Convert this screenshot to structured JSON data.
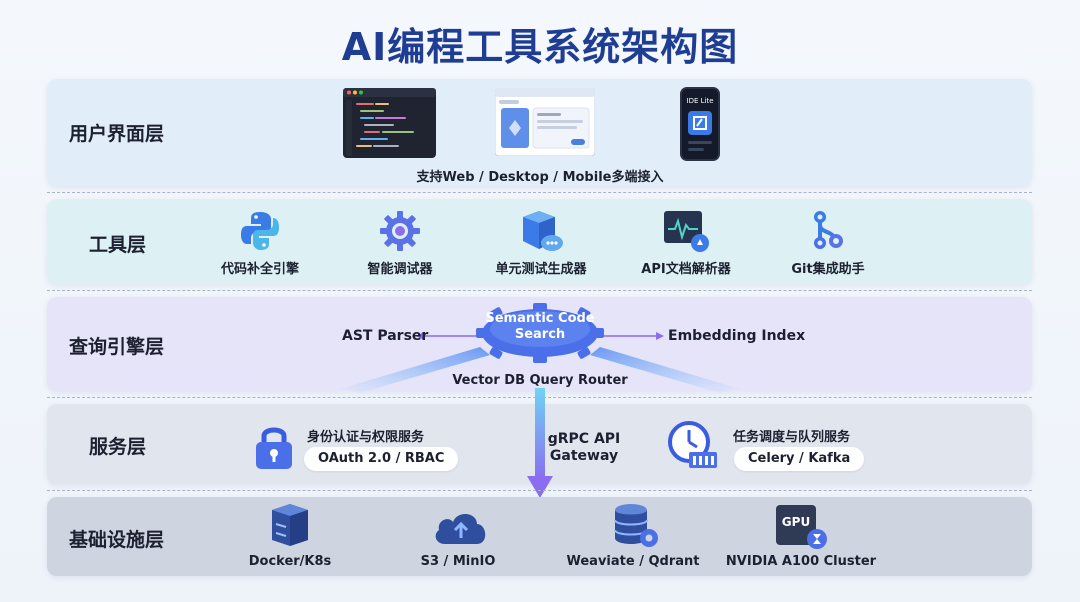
{
  "title": "AI编程工具系统架构图",
  "colors": {
    "title": "#1f3e93",
    "ui_layer": "#e2edfa",
    "tool_layer": "#ddf1f4",
    "query_layer": "#e5e4f8",
    "service_layer": "#e1e5ee",
    "infra_layer": "#cfd5e0",
    "accent_blue": "#3a7be8",
    "accent_purple": "#8a6df0"
  },
  "layers": {
    "ui": {
      "label": "用户界面层",
      "caption": "支持Web / Desktop / Mobile多端接入",
      "mobile_label": "IDE Lite",
      "icons": [
        "code-editor-icon",
        "desktop-app-icon",
        "mobile-app-icon"
      ]
    },
    "tools": {
      "label": "工具层",
      "items": [
        {
          "icon": "python-icon",
          "label": "代码补全引擎"
        },
        {
          "icon": "gear-icon",
          "label": "智能调试器"
        },
        {
          "icon": "cube-icon",
          "label": "单元测试生成器"
        },
        {
          "icon": "monitor-icon",
          "label": "API文档解析器"
        },
        {
          "icon": "git-icon",
          "label": "Git集成助手"
        }
      ]
    },
    "query": {
      "label": "查询引擎层",
      "center_line1": "Semantic Code",
      "center_line2": "Search",
      "left": "AST Parser",
      "right": "Embedding Index",
      "bottom": "Vector DB Query Router"
    },
    "service": {
      "label": "服务层",
      "auth_title": "身份认证与权限服务",
      "auth_pill": "OAuth 2.0 / RBAC",
      "gateway_line1": "gRPC API",
      "gateway_line2": "Gateway",
      "task_title": "任务调度与队列服务",
      "task_pill": "Celery / Kafka"
    },
    "infra": {
      "label": "基础设施层",
      "gpu_text": "GPU",
      "items": [
        {
          "icon": "server-icon",
          "label": "Docker/K8s"
        },
        {
          "icon": "cloud-icon",
          "label": "S3 / MinIO"
        },
        {
          "icon": "database-icon",
          "label": "Weaviate / Qdrant"
        },
        {
          "icon": "gpu-icon",
          "label": "NVIDIA A100 Cluster"
        }
      ]
    }
  }
}
